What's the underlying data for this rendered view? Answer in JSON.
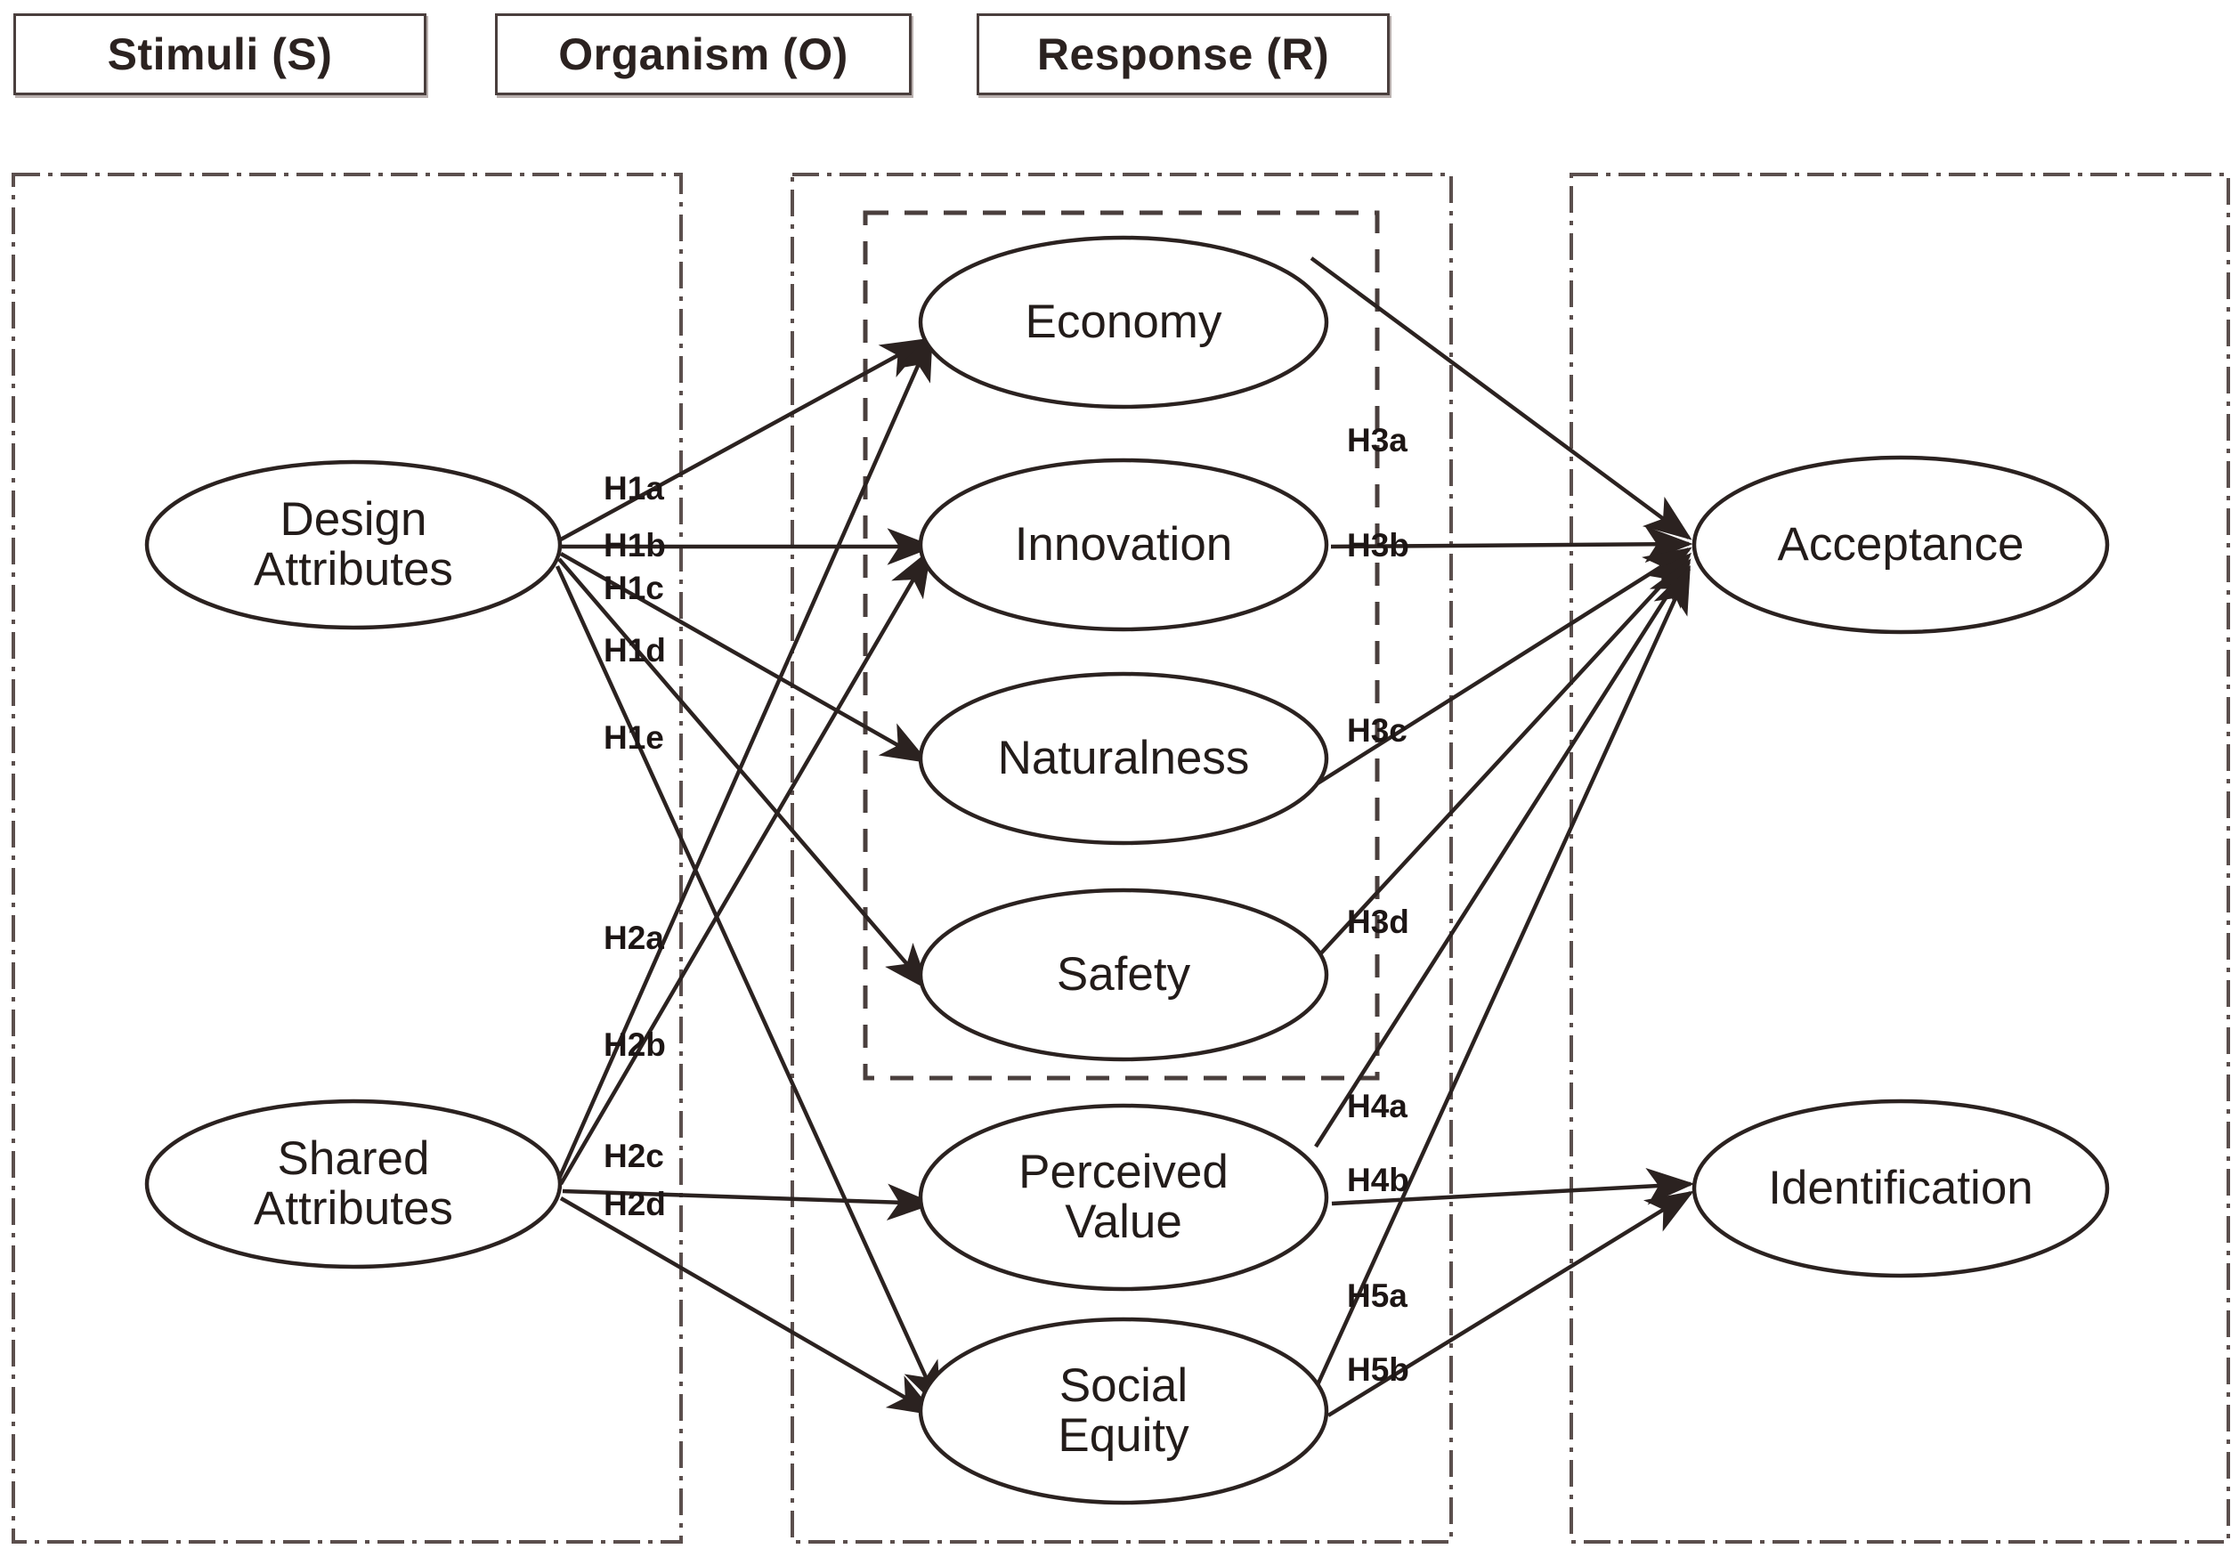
{
  "diagram": {
    "title": "Stimulus-Organism-Response research model",
    "type": "path-model",
    "colors": {
      "line": "#2b2220",
      "header_border": "#4a3f3d",
      "header_shadow": "#b9b0ae",
      "dash_dot_border": "#5b4f4d",
      "dashed_border": "#4a3f3d",
      "background": "#ffffff",
      "text": "#231c1a"
    }
  },
  "headers": [
    {
      "id": "stimuli",
      "label": "Stimuli (S)"
    },
    {
      "id": "organism",
      "label": "Organism (O)"
    },
    {
      "id": "response",
      "label": "Response (R)"
    }
  ],
  "nodes": {
    "design_attributes": {
      "label": "Design\nAttributes",
      "group": "stimuli"
    },
    "shared_attributes": {
      "label": "Shared\nAttributes",
      "group": "stimuli"
    },
    "economy": {
      "label": "Economy",
      "group": "organism-inner"
    },
    "innovation": {
      "label": "Innovation",
      "group": "organism-inner"
    },
    "naturalness": {
      "label": "Naturalness",
      "group": "organism-inner"
    },
    "safety": {
      "label": "Safety",
      "group": "organism-inner"
    },
    "perceived_value": {
      "label": "Perceived\nValue",
      "group": "organism"
    },
    "social_equity": {
      "label": "Social\nEquity",
      "group": "organism"
    },
    "acceptance": {
      "label": "Acceptance",
      "group": "response"
    },
    "identification": {
      "label": "Identification",
      "group": "response"
    }
  },
  "hypotheses": [
    {
      "id": "H1a",
      "label": "H1a",
      "from": "design_attributes",
      "to": "economy"
    },
    {
      "id": "H1b",
      "label": "H1b",
      "from": "design_attributes",
      "to": "innovation"
    },
    {
      "id": "H1c",
      "label": "H1c",
      "from": "design_attributes",
      "to": "naturalness"
    },
    {
      "id": "H1d",
      "label": "H1d",
      "from": "design_attributes",
      "to": "safety"
    },
    {
      "id": "H1e",
      "label": "H1e",
      "from": "design_attributes",
      "to": "social_equity"
    },
    {
      "id": "H2a",
      "label": "H2a",
      "from": "shared_attributes",
      "to": "economy"
    },
    {
      "id": "H2b",
      "label": "H2b",
      "from": "shared_attributes",
      "to": "innovation"
    },
    {
      "id": "H2c",
      "label": "H2c",
      "from": "shared_attributes",
      "to": "perceived_value"
    },
    {
      "id": "H2d",
      "label": "H2d",
      "from": "shared_attributes",
      "to": "social_equity"
    },
    {
      "id": "H3a",
      "label": "H3a",
      "from": "economy",
      "to": "acceptance"
    },
    {
      "id": "H3b",
      "label": "H3b",
      "from": "innovation",
      "to": "acceptance"
    },
    {
      "id": "H3c",
      "label": "H3c",
      "from": "naturalness",
      "to": "acceptance"
    },
    {
      "id": "H3d",
      "label": "H3d",
      "from": "safety",
      "to": "acceptance"
    },
    {
      "id": "H4a",
      "label": "H4a",
      "from": "perceived_value",
      "to": "acceptance"
    },
    {
      "id": "H4b",
      "label": "H4b",
      "from": "perceived_value",
      "to": "identification"
    },
    {
      "id": "H5a",
      "label": "H5a",
      "from": "social_equity",
      "to": "acceptance"
    },
    {
      "id": "H5b",
      "label": "H5b",
      "from": "social_equity",
      "to": "identification"
    }
  ]
}
